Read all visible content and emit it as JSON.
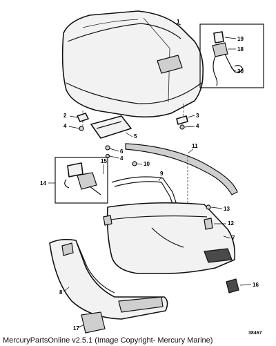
{
  "diagram": {
    "callouts": [
      "1",
      "2",
      "3",
      "4",
      "4",
      "4",
      "5",
      "6",
      "7",
      "8",
      "9",
      "10",
      "11",
      "12",
      "13",
      "14",
      "15",
      "16",
      "17",
      "18",
      "19",
      "20"
    ],
    "drawing_number": "38467"
  },
  "footer": {
    "caption": "MercuryPartsOnline v2.5.1 (Image Copyright- Mercury Marine)"
  }
}
